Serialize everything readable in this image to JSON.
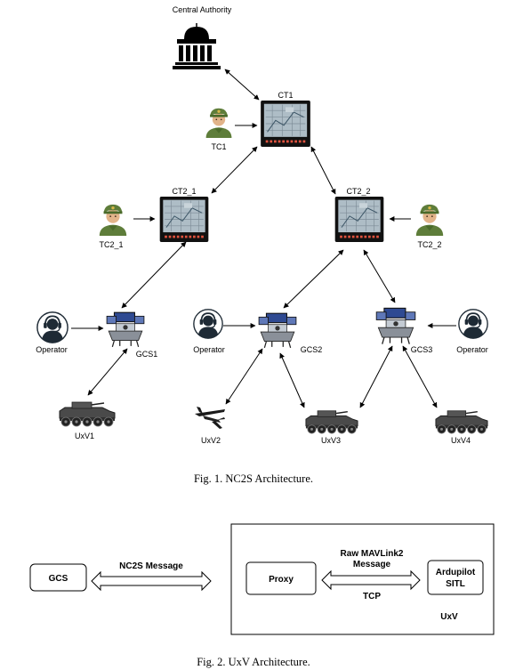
{
  "figure1": {
    "caption": "Fig. 1.  NC2S Architecture.",
    "nodes": {
      "central_authority": "Central Authority",
      "ct1": "CT1",
      "tc1": "TC1",
      "ct2_1": "CT2_1",
      "ct2_2": "CT2_2",
      "tc2_1": "TC2_1",
      "tc2_2": "TC2_2",
      "operator_left": "Operator",
      "operator_middle": "Operator",
      "operator_right": "Operator",
      "gcs1": "GCS1",
      "gcs2": "GCS2",
      "gcs3": "GCS3",
      "uxv1": "UxV1",
      "uxv2": "UxV2",
      "uxv3": "UxV3",
      "uxv4": "UxV4"
    },
    "edges": [
      {
        "from": "Central Authority",
        "to": "CT1",
        "direction": "both"
      },
      {
        "from": "TC1",
        "to": "CT1",
        "direction": "to"
      },
      {
        "from": "CT1",
        "to": "CT2_1",
        "direction": "both"
      },
      {
        "from": "CT1",
        "to": "CT2_2",
        "direction": "both"
      },
      {
        "from": "TC2_1",
        "to": "CT2_1",
        "direction": "to"
      },
      {
        "from": "TC2_2",
        "to": "CT2_2",
        "direction": "to"
      },
      {
        "from": "CT2_1",
        "to": "GCS1",
        "direction": "both"
      },
      {
        "from": "CT2_2",
        "to": "GCS2",
        "direction": "both"
      },
      {
        "from": "CT2_2",
        "to": "GCS3",
        "direction": "both"
      },
      {
        "from": "Operator",
        "to": "GCS1",
        "direction": "to"
      },
      {
        "from": "Operator",
        "to": "GCS2",
        "direction": "to"
      },
      {
        "from": "Operator",
        "to": "GCS3",
        "direction": "to"
      },
      {
        "from": "GCS1",
        "to": "UxV1",
        "direction": "both"
      },
      {
        "from": "GCS2",
        "to": "UxV2",
        "direction": "both"
      },
      {
        "from": "GCS2",
        "to": "UxV3",
        "direction": "both"
      },
      {
        "from": "GCS3",
        "to": "UxV3",
        "direction": "both"
      },
      {
        "from": "GCS3",
        "to": "UxV4",
        "direction": "both"
      }
    ]
  },
  "figure2": {
    "caption": "Fig. 2.  UxV Architecture.",
    "gcs": "GCS",
    "nc2s_message": "NC2S Message",
    "proxy": "Proxy",
    "raw_line1": "Raw MAVLink2",
    "raw_line2": "Message",
    "tcp": "TCP",
    "ardupilot_line1": "Ardupilot",
    "ardupilot_line2": "SITL",
    "uxv": "UxV"
  },
  "colors": {
    "line": "#000000",
    "soldier_green": "#5e7d3a",
    "soldier_skin": "#e2b48a",
    "operator_dark": "#1e2a35",
    "tablet_frame": "#111111",
    "tablet_screen": "#aebdc6",
    "tablet_leds": "#e0533f",
    "vehicle_gray": "#4a4a4a",
    "gcs_blue": "#2f4a92"
  }
}
